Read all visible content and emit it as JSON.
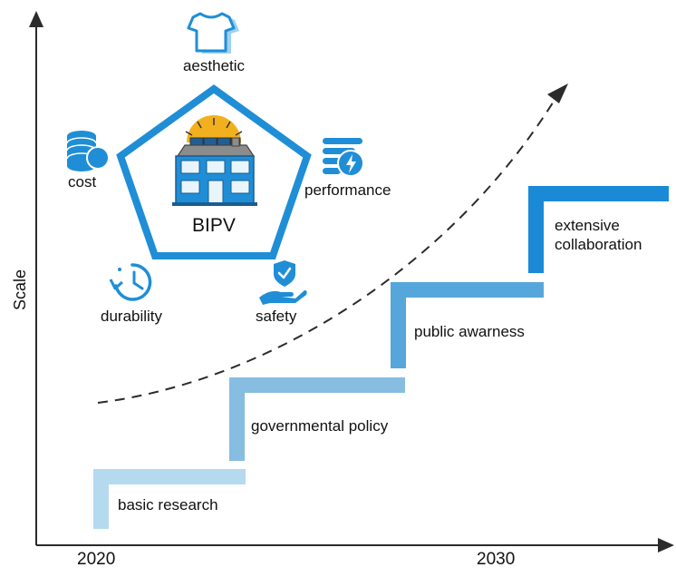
{
  "axes": {
    "y_label": "Scale",
    "x_ticks": [
      "2020",
      "2030"
    ]
  },
  "center": {
    "label": "BIPV"
  },
  "factors": [
    {
      "id": "aesthetic",
      "label": "aesthetic",
      "icon": "tshirt-icon"
    },
    {
      "id": "cost",
      "label": "cost",
      "icon": "coins-icon"
    },
    {
      "id": "performance",
      "label": "performance",
      "icon": "energy-stack-icon"
    },
    {
      "id": "durability",
      "label": "durability",
      "icon": "clock-icon"
    },
    {
      "id": "safety",
      "label": "safety",
      "icon": "shield-hand-icon"
    }
  ],
  "stages": [
    {
      "label": "basic research",
      "color": "#b5daf0"
    },
    {
      "label": "governmental policy",
      "color": "#86bde0"
    },
    {
      "label": "public awarness",
      "color": "#55a7db"
    },
    {
      "label_lines": [
        "extensive",
        "collaboration"
      ],
      "color": "#1a8ad6"
    }
  ],
  "colors": {
    "accent": "#1f8ed6",
    "axis": "#2b2b2b",
    "roof": "#8c8c8c",
    "sun": "#f2b01e"
  }
}
